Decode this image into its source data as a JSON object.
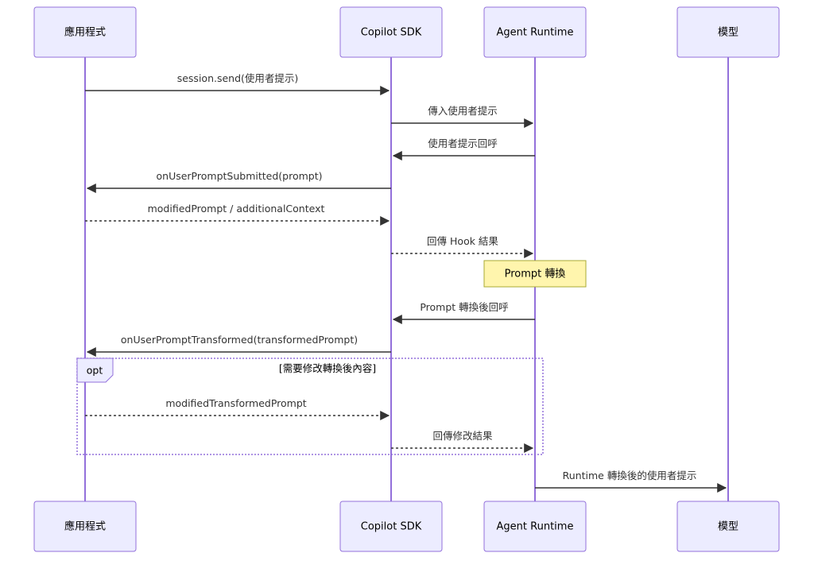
{
  "participants": [
    {
      "id": "app",
      "label": "應用程式"
    },
    {
      "id": "sdk",
      "label": "Copilot SDK"
    },
    {
      "id": "runtime",
      "label": "Agent Runtime"
    },
    {
      "id": "model",
      "label": "模型"
    }
  ],
  "messages": [
    {
      "from": "app",
      "to": "sdk",
      "label": "session.send(使用者提示)",
      "style": "solid"
    },
    {
      "from": "sdk",
      "to": "runtime",
      "label": "傳入使用者提示",
      "style": "solid"
    },
    {
      "from": "runtime",
      "to": "sdk",
      "label": "使用者提示回呼",
      "style": "solid"
    },
    {
      "from": "sdk",
      "to": "app",
      "label": "onUserPromptSubmitted(prompt)",
      "style": "solid"
    },
    {
      "from": "app",
      "to": "sdk",
      "label": "modifiedPrompt / additionalContext",
      "style": "dotted"
    },
    {
      "from": "sdk",
      "to": "runtime",
      "label": "回傳 Hook 結果",
      "style": "dotted"
    },
    {
      "from": "runtime",
      "to": "sdk",
      "label": "Prompt 轉換後回呼",
      "style": "solid"
    },
    {
      "from": "sdk",
      "to": "app",
      "label": "onUserPromptTransformed(transformedPrompt)",
      "style": "solid"
    },
    {
      "from": "app",
      "to": "sdk",
      "label": "modifiedTransformedPrompt",
      "style": "dotted"
    },
    {
      "from": "sdk",
      "to": "runtime",
      "label": "回傳修改結果",
      "style": "dotted"
    },
    {
      "from": "runtime",
      "to": "model",
      "label": "Runtime 轉換後的使用者提示",
      "style": "solid"
    }
  ],
  "note": {
    "over": "runtime",
    "label": "Prompt 轉換"
  },
  "opt": {
    "label": "opt",
    "condition": "[需要修改轉換後內容]"
  }
}
